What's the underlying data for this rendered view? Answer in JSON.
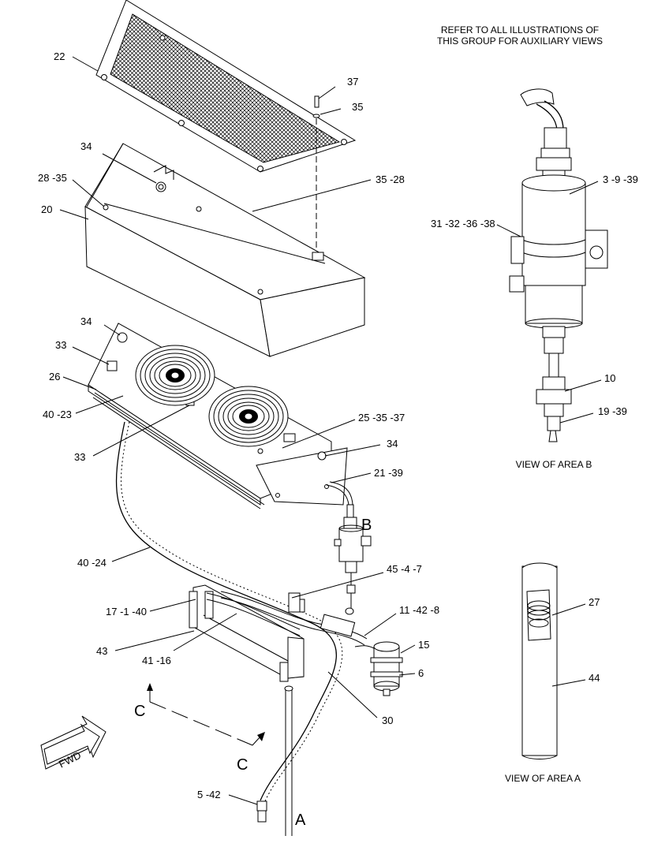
{
  "header": {
    "note_line1": "REFER TO ALL ILLUSTRATIONS OF",
    "note_line2": "THIS GROUP FOR AUXILIARY VIEWS"
  },
  "callouts": {
    "c22": "22",
    "c37": "37",
    "c35": "35",
    "c34_top": "34",
    "c28_35": "28 -35",
    "c35_28": "35 -28",
    "c20": "20",
    "c34_mid": "34",
    "c33_a": "33",
    "c26": "26",
    "c40_23": "40 -23",
    "c33_b": "33",
    "c25_35_37": "25 -35 -37",
    "c34_right": "34",
    "c21_39": "21 -39",
    "c40_24": "40 -24",
    "c45_4_7": "45 -4 -7",
    "c17_1_40": "17 -1 -40",
    "c11_42_8": "11 -42 -8",
    "c15": "15",
    "c43": "43",
    "c41_16": "41 -16",
    "c6": "6",
    "c30": "30",
    "c5_42": "5 -42",
    "c3_9_39": "3 -9 -39",
    "c31_32_36_38": "31 -32 -36 -38",
    "c10": "10",
    "c19_39": "19 -39",
    "c27": "27",
    "c44": "44"
  },
  "markers": {
    "view_b": "B",
    "section_c_top": "C",
    "section_c_bottom": "C",
    "view_a": "A"
  },
  "fwd_arrow_label": "FWD",
  "view_labels": {
    "area_b": "VIEW OF AREA B",
    "area_a": "VIEW OF AREA  A"
  }
}
